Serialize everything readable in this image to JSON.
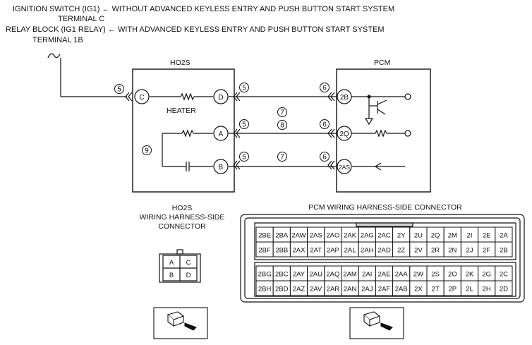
{
  "header": {
    "line1": "IGNITION SWITCH (IG1) ← WITHOUT ADVANCED KEYLESS ENTRY AND PUSH BUTTON START SYSTEM",
    "line2": "TERMINAL C",
    "line3": "RELAY BLOCK (IG1 RELAY) ← WITH ADVANCED KEYLESS ENTRY AND PUSH BUTTON START SYSTEM",
    "line4": "TERMINAL 1B"
  },
  "ho2s": {
    "title": "HO2S",
    "heater_label": "HEATER",
    "pins": [
      "C",
      "D",
      "A",
      "B"
    ]
  },
  "pcm": {
    "title": "PCM",
    "pins": [
      "2B",
      "2Q",
      "2AS"
    ]
  },
  "circled_numbers": {
    "c5": "5",
    "c6": "6",
    "c7": "7",
    "c8": "8",
    "c9": "9"
  },
  "ho2s_connector": {
    "title1": "HO2S",
    "title2": "WIRING HARNESS-SIDE",
    "title3": "CONNECTOR",
    "cells": [
      "A",
      "C",
      "B",
      "D"
    ]
  },
  "pcm_connector": {
    "title": "PCM WIRING HARNESS-SIDE CONNECTOR",
    "top_row1": [
      "2BE",
      "2BA",
      "2AW",
      "2AS",
      "2AO",
      "2AK",
      "2AG",
      "2AC",
      "2Y",
      "2U",
      "2Q",
      "2M",
      "2I",
      "2E",
      "2A"
    ],
    "top_row2": [
      "2BF",
      "2BB",
      "2AX",
      "2AT",
      "2AP",
      "2AL",
      "2AH",
      "2AD",
      "2Z",
      "2V",
      "2R",
      "2N",
      "2J",
      "2F",
      "2B"
    ],
    "bot_row1": [
      "2BG",
      "2BC",
      "2AY",
      "2AU",
      "2AQ",
      "2AM",
      "2AI",
      "2AE",
      "2AA",
      "2W",
      "2S",
      "2O",
      "2K",
      "2G",
      "2C"
    ],
    "bot_row2": [
      "2BH",
      "2BD",
      "2AZ",
      "2AV",
      "2AR",
      "2AN",
      "2AJ",
      "2AF",
      "2AB",
      "2X",
      "2T",
      "2P",
      "2L",
      "2H",
      "2D"
    ]
  }
}
